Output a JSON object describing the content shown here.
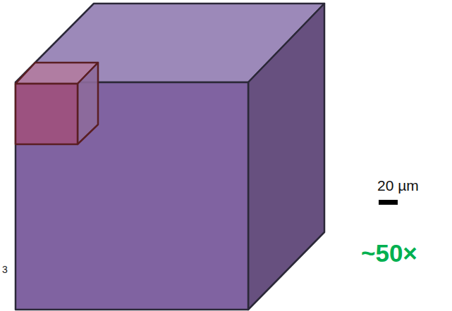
{
  "diagram": {
    "labels": [
      "3",
      "20 µm",
      "~50×"
    ]
  }
}
